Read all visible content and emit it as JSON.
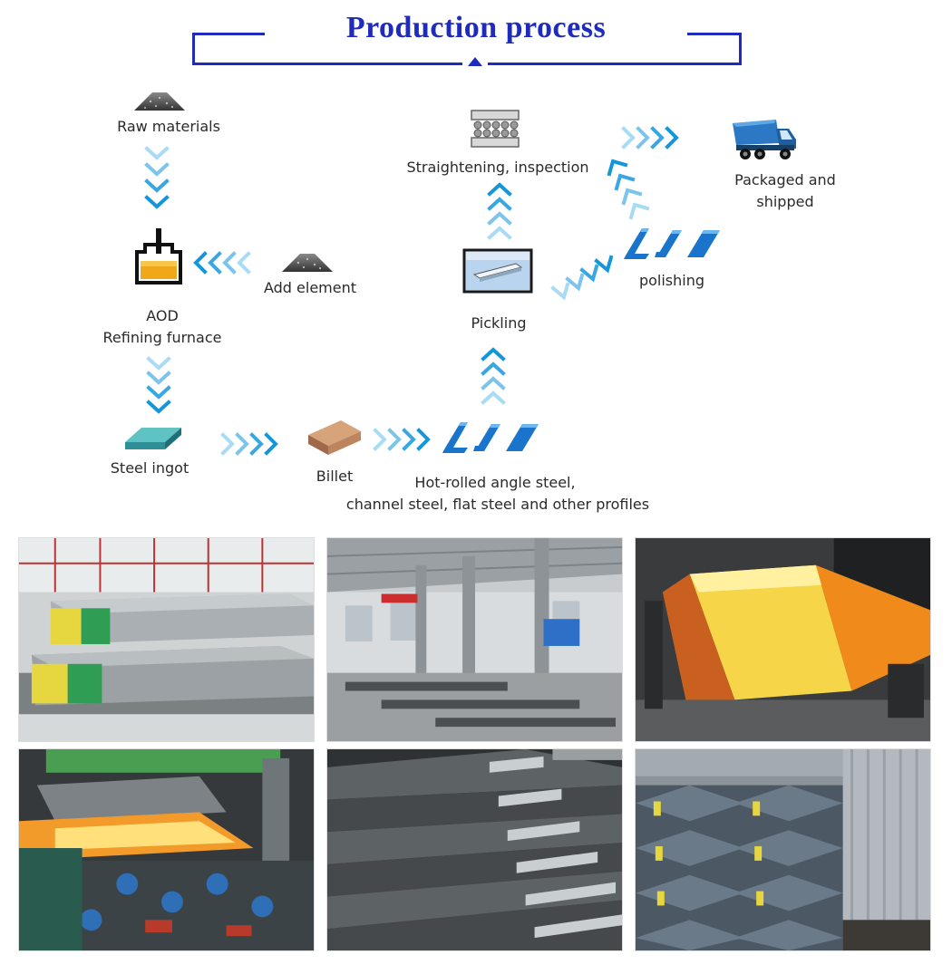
{
  "header": {
    "title": "Production process"
  },
  "steps": {
    "raw_materials": "Raw materials",
    "aod_line1": "AOD",
    "aod_line2": "Refining furnace",
    "add_element": "Add element",
    "steel_ingot": "Steel ingot",
    "billet": "Billet",
    "hot_rolled_line1": "Hot-rolled angle steel,",
    "hot_rolled_line2": "channel steel, flat steel and other profiles",
    "pickling": "Pickling",
    "straightening": "Straightening, inspection",
    "polishing": "polishing",
    "packaged_line1": "Packaged and",
    "packaged_line2": "shipped"
  },
  "icons": {
    "raw_materials": "ore-pile-icon",
    "aod": "furnace-icon",
    "add_element": "ore-pile-icon",
    "steel_ingot": "ingot-icon",
    "billet": "billet-icon",
    "hot_rolled": "steel-profiles-icon",
    "pickling": "pickling-tank-icon",
    "straightening": "straightening-press-icon",
    "polishing": "steel-profiles-icon",
    "packaged": "truck-icon"
  },
  "colors": {
    "title": "#1f2bbd",
    "arrow_light": "#9fd3f0",
    "arrow_dark": "#1596d8",
    "profile_blue": "#1b74cc"
  },
  "photos": [
    "steel-blocks-photo",
    "factory-hall-photo",
    "hot-billet-photo",
    "rolling-mill-photo",
    "angle-steel-stack-photo",
    "container-loading-photo"
  ]
}
